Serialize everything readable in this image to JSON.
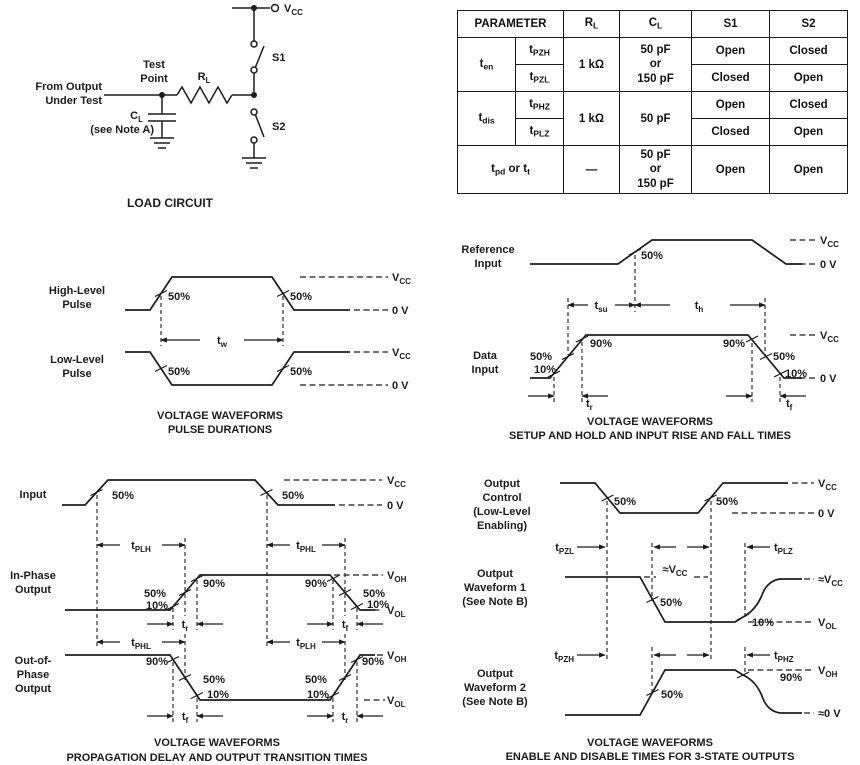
{
  "load_circuit": {
    "from_output_1": "From Output",
    "from_output_2": "Under Test",
    "test_point_1": "Test",
    "test_point_2": "Point",
    "rl": [
      {
        "t": "R"
      },
      {
        "t": "L",
        "sub": true
      }
    ],
    "cl": [
      {
        "t": "C"
      },
      {
        "t": "L",
        "sub": true
      }
    ],
    "cl_note": "(see Note A)",
    "s1": "S1",
    "s2": "S2",
    "vcc": [
      {
        "t": "V"
      },
      {
        "t": "CC",
        "sub": true
      }
    ],
    "caption": "LOAD CIRCUIT"
  },
  "table": {
    "headers": {
      "parameter": "PARAMETER",
      "rl": [
        {
          "t": "R"
        },
        {
          "t": "L",
          "sub": true
        }
      ],
      "cl": [
        {
          "t": "C"
        },
        {
          "t": "L",
          "sub": true
        }
      ],
      "s1": "S1",
      "s2": "S2"
    },
    "groups": [
      {
        "name": [
          {
            "t": "t"
          },
          {
            "t": "en",
            "sub": true
          }
        ],
        "rl": "1 kΩ",
        "cl": "50 pF\nor\n150 pF",
        "subrows": [
          {
            "param": [
              {
                "t": "t"
              },
              {
                "t": "PZH",
                "sub": true
              }
            ],
            "s1": "Open",
            "s2": "Closed"
          },
          {
            "param": [
              {
                "t": "t"
              },
              {
                "t": "PZL",
                "sub": true
              }
            ],
            "s1": "Closed",
            "s2": "Open"
          }
        ]
      },
      {
        "name": [
          {
            "t": "t"
          },
          {
            "t": "dis",
            "sub": true
          }
        ],
        "rl": "1 kΩ",
        "cl": "50 pF",
        "subrows": [
          {
            "param": [
              {
                "t": "t"
              },
              {
                "t": "PHZ",
                "sub": true
              }
            ],
            "s1": "Open",
            "s2": "Closed"
          },
          {
            "param": [
              {
                "t": "t"
              },
              {
                "t": "PLZ",
                "sub": true
              }
            ],
            "s1": "Closed",
            "s2": "Open"
          }
        ]
      }
    ],
    "last_row": {
      "param": [
        {
          "t": "t"
        },
        {
          "t": "pd",
          "sub": true
        },
        {
          "t": " or t"
        },
        {
          "t": "t",
          "sub": true
        }
      ],
      "rl": "—",
      "cl": "50 pF\nor\n150 pF",
      "s1": "Open",
      "s2": "Open"
    }
  },
  "pulse": {
    "high_1": "High-Level",
    "high_2": "Pulse",
    "low_1": "Low-Level",
    "low_2": "Pulse",
    "pct50": "50%",
    "tw": [
      {
        "t": "t"
      },
      {
        "t": "w",
        "sub": true
      }
    ],
    "vcc": [
      {
        "t": "V"
      },
      {
        "t": "CC",
        "sub": true
      }
    ],
    "zero": "0 V",
    "title_1": "VOLTAGE WAVEFORMS",
    "title_2": "PULSE DURATIONS"
  },
  "setup": {
    "ref_1": "Reference",
    "ref_2": "Input",
    "data_1": "Data",
    "data_2": "Input",
    "pct50": "50%",
    "pct90": "90%",
    "pct10": "10%",
    "tsu": [
      {
        "t": "t"
      },
      {
        "t": "su",
        "sub": true
      }
    ],
    "th": [
      {
        "t": "t"
      },
      {
        "t": "h",
        "sub": true
      }
    ],
    "tr": [
      {
        "t": "t"
      },
      {
        "t": "r",
        "sub": true
      }
    ],
    "tf": [
      {
        "t": "t"
      },
      {
        "t": "f",
        "sub": true
      }
    ],
    "vcc": [
      {
        "t": "V"
      },
      {
        "t": "CC",
        "sub": true
      }
    ],
    "zero": "0 V",
    "title_1": "VOLTAGE WAVEFORMS",
    "title_2": "SETUP AND HOLD AND INPUT RISE AND FALL TIMES"
  },
  "prop": {
    "input_label": "Input",
    "inphase_1": "In-Phase",
    "inphase_2": "Output",
    "outphase_1": "Out-of-",
    "outphase_2": "Phase",
    "outphase_3": "Output",
    "pct50": "50%",
    "pct90": "90%",
    "pct10": "10%",
    "tplh": [
      {
        "t": "t"
      },
      {
        "t": "PLH",
        "sub": true
      }
    ],
    "tphl": [
      {
        "t": "t"
      },
      {
        "t": "PHL",
        "sub": true
      }
    ],
    "tr": [
      {
        "t": "t"
      },
      {
        "t": "r",
        "sub": true
      }
    ],
    "tf": [
      {
        "t": "t"
      },
      {
        "t": "f",
        "sub": true
      }
    ],
    "vcc": [
      {
        "t": "V"
      },
      {
        "t": "CC",
        "sub": true
      }
    ],
    "zero": "0 V",
    "voh": [
      {
        "t": "V"
      },
      {
        "t": "OH",
        "sub": true
      }
    ],
    "vol": [
      {
        "t": "V"
      },
      {
        "t": "OL",
        "sub": true
      }
    ],
    "title_1": "VOLTAGE WAVEFORMS",
    "title_2": "PROPAGATION DELAY AND OUTPUT TRANSITION TIMES"
  },
  "enable": {
    "ctrl_1": "Output",
    "ctrl_2": "Control",
    "ctrl_3": "(Low-Level",
    "ctrl_4": "Enabling)",
    "wf1_1": "Output",
    "wf1_2": "Waveform 1",
    "wf1_3": "(See Note B)",
    "wf2_1": "Output",
    "wf2_2": "Waveform 2",
    "wf2_3": "(See Note B)",
    "pct50": "50%",
    "pct90": "90%",
    "pct10": "10%",
    "tpzl": [
      {
        "t": "t"
      },
      {
        "t": "PZL",
        "sub": true
      }
    ],
    "tplz": [
      {
        "t": "t"
      },
      {
        "t": "PLZ",
        "sub": true
      }
    ],
    "tpzh": [
      {
        "t": "t"
      },
      {
        "t": "PZH",
        "sub": true
      }
    ],
    "tphz": [
      {
        "t": "t"
      },
      {
        "t": "PHZ",
        "sub": true
      }
    ],
    "vcc": [
      {
        "t": "V"
      },
      {
        "t": "CC",
        "sub": true
      }
    ],
    "zero": "0 V",
    "approx_vcc": [
      {
        "t": "≈V"
      },
      {
        "t": "CC",
        "sub": true
      }
    ],
    "approx_zero": "≈0 V",
    "voh": [
      {
        "t": "V"
      },
      {
        "t": "OH",
        "sub": true
      }
    ],
    "vol": [
      {
        "t": "V"
      },
      {
        "t": "OL",
        "sub": true
      }
    ],
    "title_1": "VOLTAGE WAVEFORMS",
    "title_2": "ENABLE AND DISABLE TIMES FOR 3-STATE OUTPUTS"
  }
}
